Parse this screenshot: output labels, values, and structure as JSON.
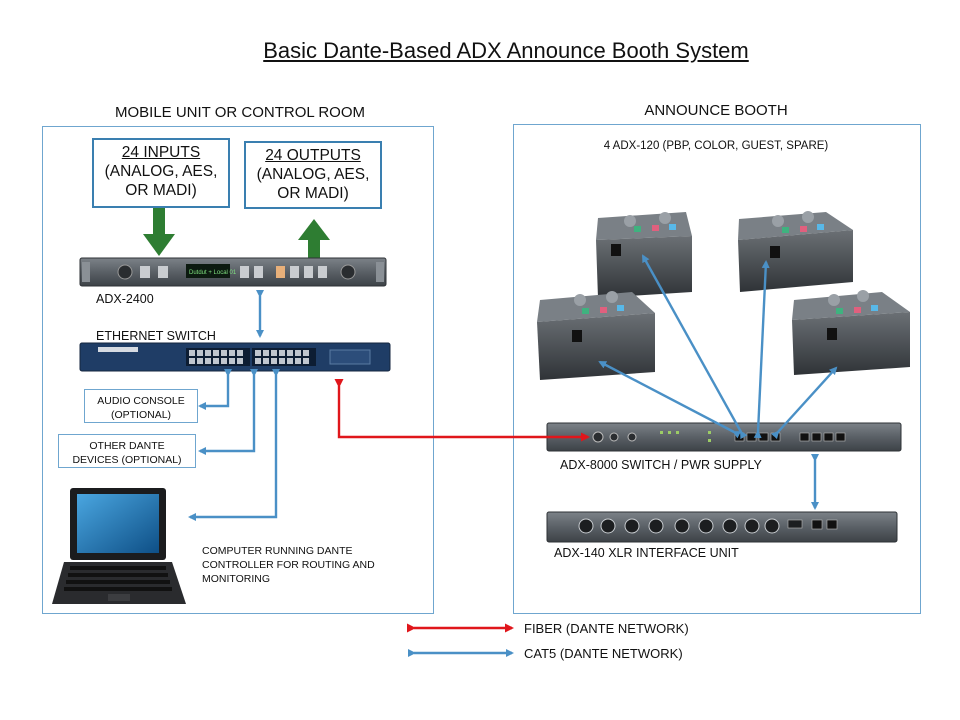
{
  "title": "Basic Dante-Based ADX Announce Booth System",
  "left_section": {
    "label": "MOBILE UNIT OR CONTROL ROOM",
    "inputs_box": {
      "line1": "24 INPUTS",
      "line2": "(ANALOG, AES,",
      "line3": "OR MADI)"
    },
    "outputs_box": {
      "line1": "24 OUTPUTS",
      "line2": "(ANALOG, AES,",
      "line3": "OR MADI)"
    },
    "adx2400_label": "ADX-2400",
    "adx2400_display": "Dutdut + Local 01",
    "switch_label": "ETHERNET  SWITCH",
    "audio_console": {
      "line1": "AUDIO CONSOLE",
      "line2": "(OPTIONAL)"
    },
    "other_dante": {
      "line1": "OTHER DANTE",
      "line2": "DEVICES (OPTIONAL)"
    },
    "computer_label": {
      "line1": "COMPUTER RUNNING DANTE",
      "line2": "CONTROLLER FOR ROUTING AND",
      "line3": "MONITORING"
    }
  },
  "right_section": {
    "label": "ANNOUNCE BOOTH",
    "adx120_label": "4  ADX-120 (PBP, COLOR,  GUEST,  SPARE)",
    "adx8000_label": "ADX-8000 SWITCH  / PWR SUPPLY",
    "adx140_label": "ADX-140 XLR INTERFACE  UNIT"
  },
  "legend": {
    "fiber": "FIBER (DANTE NETWORK)",
    "cat5": "CAT5 (DANTE NETWORK)"
  },
  "colors": {
    "fiber": "#e0161b",
    "cat5": "#4a90c6",
    "audio_arrow": "#2e7d32",
    "panel_border": "#6fa6cf"
  }
}
